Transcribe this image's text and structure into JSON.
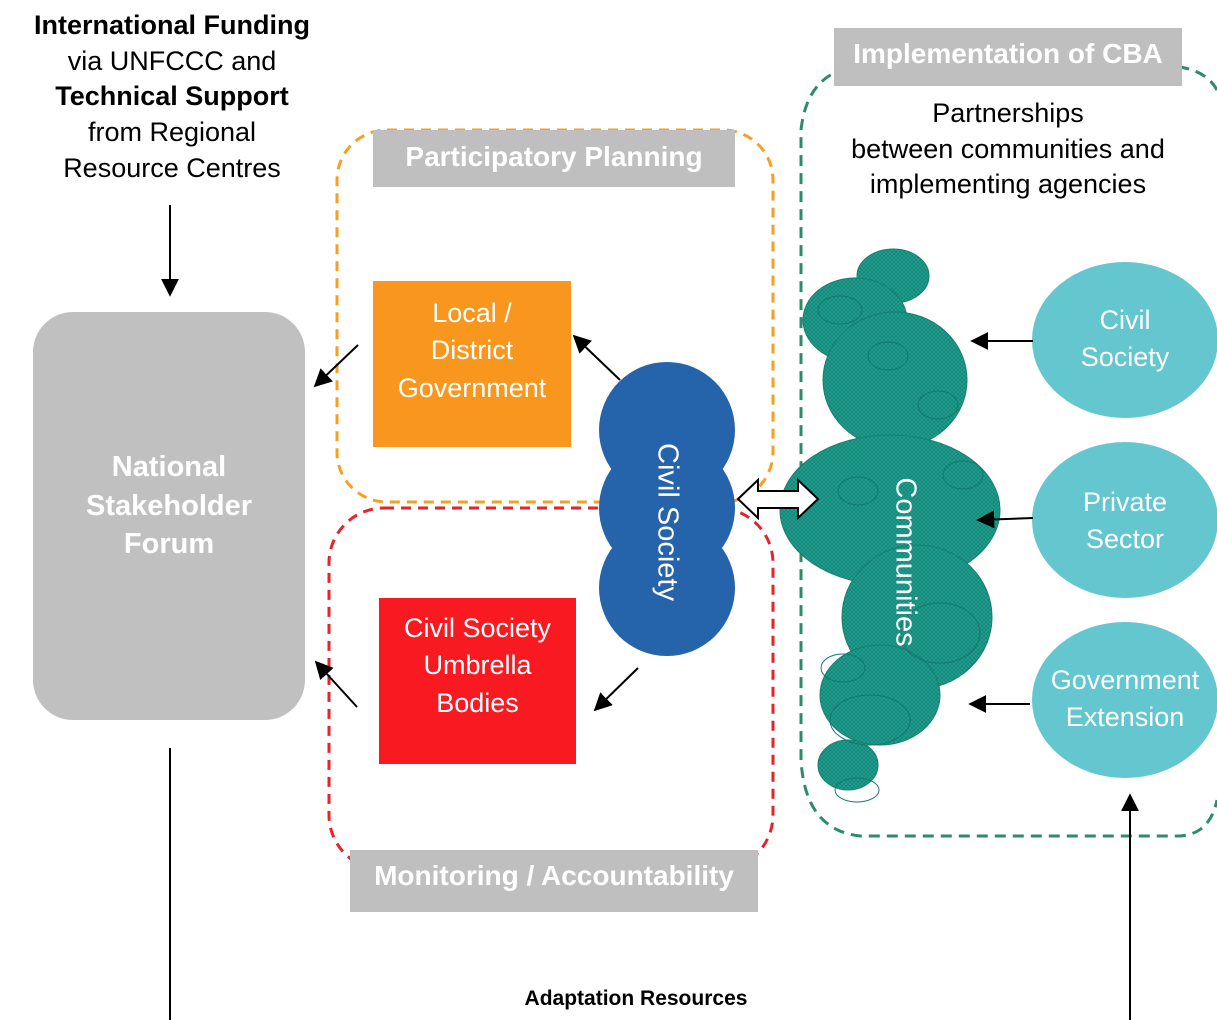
{
  "top_left": {
    "line1": "International Funding",
    "line2": "via UNFCCC and",
    "line3": "Technical Support",
    "line4": "from Regional",
    "line5": "Resource Centres"
  },
  "national_forum": [
    "National",
    "Stakeholder",
    "Forum"
  ],
  "participatory_planning": "Participatory Planning",
  "monitoring": "Monitoring / Accountability",
  "implementation": "Implementation of CBA",
  "local_government": [
    "Local /",
    "District",
    "Government"
  ],
  "umbrella_bodies": [
    "Civil Society",
    "Umbrella",
    "Bodies"
  ],
  "civil_society_center": "Civil Society",
  "communities": "Communities",
  "partnerships": [
    "Partnerships",
    "between communities and",
    "implementing agencies"
  ],
  "right_ovals": {
    "civil_society": [
      "Civil",
      "Society"
    ],
    "private_sector": [
      "Private",
      "Sector"
    ],
    "government_extension": [
      "Government",
      "Extension"
    ]
  },
  "bottom_label": "Adaptation Resources",
  "colors": {
    "orange_box": "#f8961e",
    "red_box": "#f81a20",
    "blue_civil_society": "#2563ab",
    "teal_communities": "#1fa090",
    "cyan_ovals": "#64c6cf",
    "grey": "#bfbfbf",
    "orange_dash": "#f5a021",
    "red_dash": "#e8222a",
    "green_dash": "#2e8b6a"
  }
}
